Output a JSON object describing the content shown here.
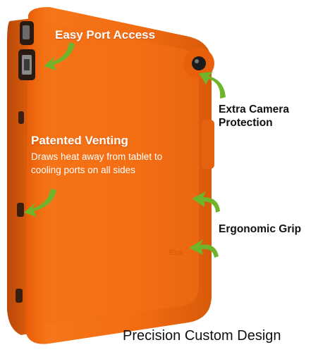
{
  "colors": {
    "case": "#f26a12",
    "case_light": "#ff8a2e",
    "case_dark": "#c9500a",
    "arrow": "#6fb52c",
    "background": "#ffffff"
  },
  "icons": [
    "curved-arrow-icon"
  ],
  "callouts": {
    "easy_port_access": "Easy Port Access",
    "patented_venting": "Patented Venting",
    "venting_description": "Draws heat away from tablet to cooling ports on all sides",
    "extra_camera_protection": "Extra Camera Protection",
    "ergonomic_grip": "Ergonomic Grip"
  },
  "footer": {
    "tagline": "Precision Custom Design"
  }
}
